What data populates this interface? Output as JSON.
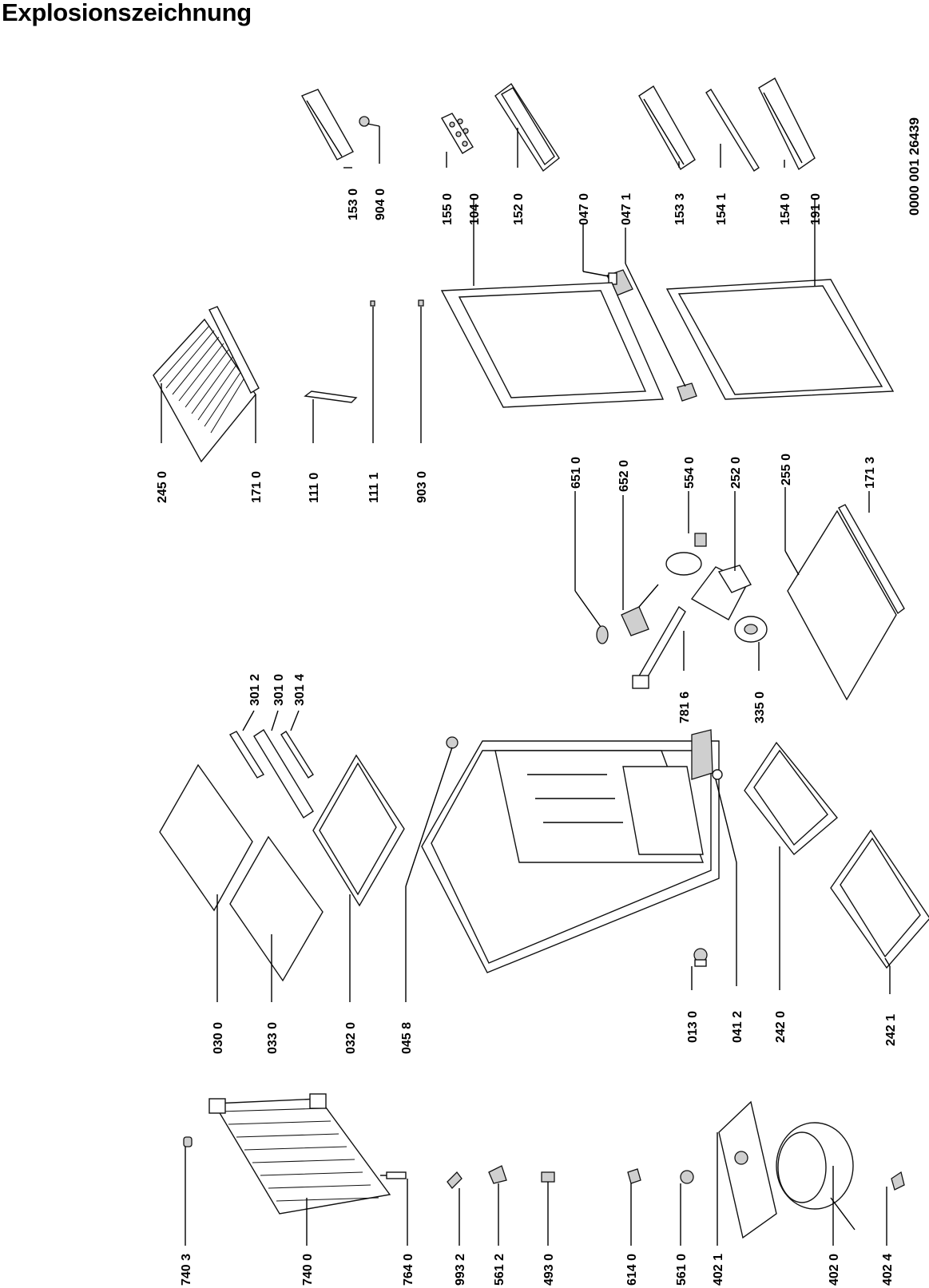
{
  "title": "Explosionszeichnung",
  "document_number": "0000 001 26439",
  "part_labels": [
    "153 0",
    "904 0",
    "155 0",
    "104 0",
    "152 0",
    "047 0",
    "047 1",
    "153 3",
    "154 1",
    "154 0",
    "191 0",
    "245 0",
    "171 0",
    "111 0",
    "111 1",
    "903 0",
    "651 0",
    "652 0",
    "554 0",
    "252 0",
    "255 0",
    "171 3",
    "781 6",
    "335 0",
    "301 2",
    "301 0",
    "301 4",
    "030 0",
    "033 0",
    "032 0",
    "045 8",
    "013 0",
    "041 2",
    "242 0",
    "242 1",
    "740 3",
    "740 0",
    "764 0",
    "993 2",
    "561 2",
    "493 0",
    "614 0",
    "561 0",
    "402 1",
    "402 0",
    "402 4"
  ]
}
